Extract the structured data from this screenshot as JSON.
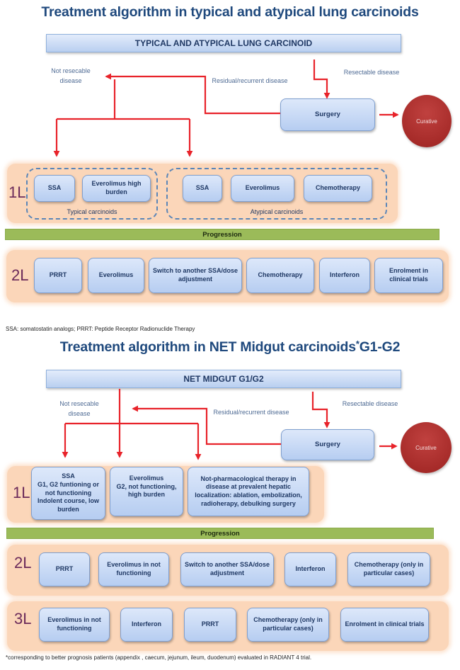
{
  "diagram1": {
    "title": "Treatment algorithm in typical and atypical lung carcinoids",
    "header": "TYPICAL AND ATYPICAL LUNG CARCINOID",
    "annotations": {
      "not_resecable": "Not resecable disease",
      "residual": "Residual/recurrent disease",
      "resectable": "Resectable disease"
    },
    "surgery": "Surgery",
    "curative": "Curative",
    "line1": {
      "label": "1L",
      "groups": [
        {
          "name": "Typical carcinoids",
          "items": [
            "SSA",
            "Everolimus high burden"
          ]
        },
        {
          "name": "Atypical carcinoids",
          "items": [
            "SSA",
            "Everolimus",
            "Chemotherapy"
          ]
        }
      ]
    },
    "progression": "Progression",
    "line2": {
      "label": "2L",
      "items": [
        "PRRT",
        "Everolimus",
        "Switch  to another SSA/dose adjustment",
        "Chemotherapy",
        "Interferon",
        "Enrolment in clinical trials"
      ]
    },
    "footnote": "SSA: somatostatin analogs; PRRT: Peptide Receptor Radionuclide Therapy"
  },
  "diagram2": {
    "title": "Treatment algorithm in NET Midgut carcinoids",
    "title_star": "*",
    "title_suffix": "G1-G2",
    "header": "NET  MIDGUT G1/G2",
    "annotations": {
      "not_resecable": "Not resecable disease",
      "residual": "Residual/recurrent disease",
      "resectable": "Resectable disease"
    },
    "surgery": "Surgery",
    "curative": "Curative",
    "line1": {
      "label": "1L",
      "items": [
        "SSA\nG1, G2 funtioning or not functioning Indolent course, low burden",
        "Everolimus\nG2, not functioning, high burden",
        "Not-pharmacological therapy in disease at prevalent hepatic localization: ablation, embolization, radioherapy, debulking surgery"
      ]
    },
    "progression": "Progression",
    "line2": {
      "label": "2L",
      "items": [
        "PRRT",
        "Everolimus in not functioning",
        "Switch  to another SSA/dose adjustment",
        "Interferon",
        "Chemotherapy (only in particular cases)"
      ]
    },
    "line3": {
      "label": "3L",
      "items": [
        "Everolimus in not functioning",
        "Interferon",
        "PRRT",
        "Chemotherapy (only in particular cases)",
        "Enrolment in clinical trials"
      ]
    },
    "footnote": "*corresponding  to better prognosis patients (appendix , caecum, jejunum, ileum, duodenum) evaluated in RADIANT 4 trial."
  }
}
